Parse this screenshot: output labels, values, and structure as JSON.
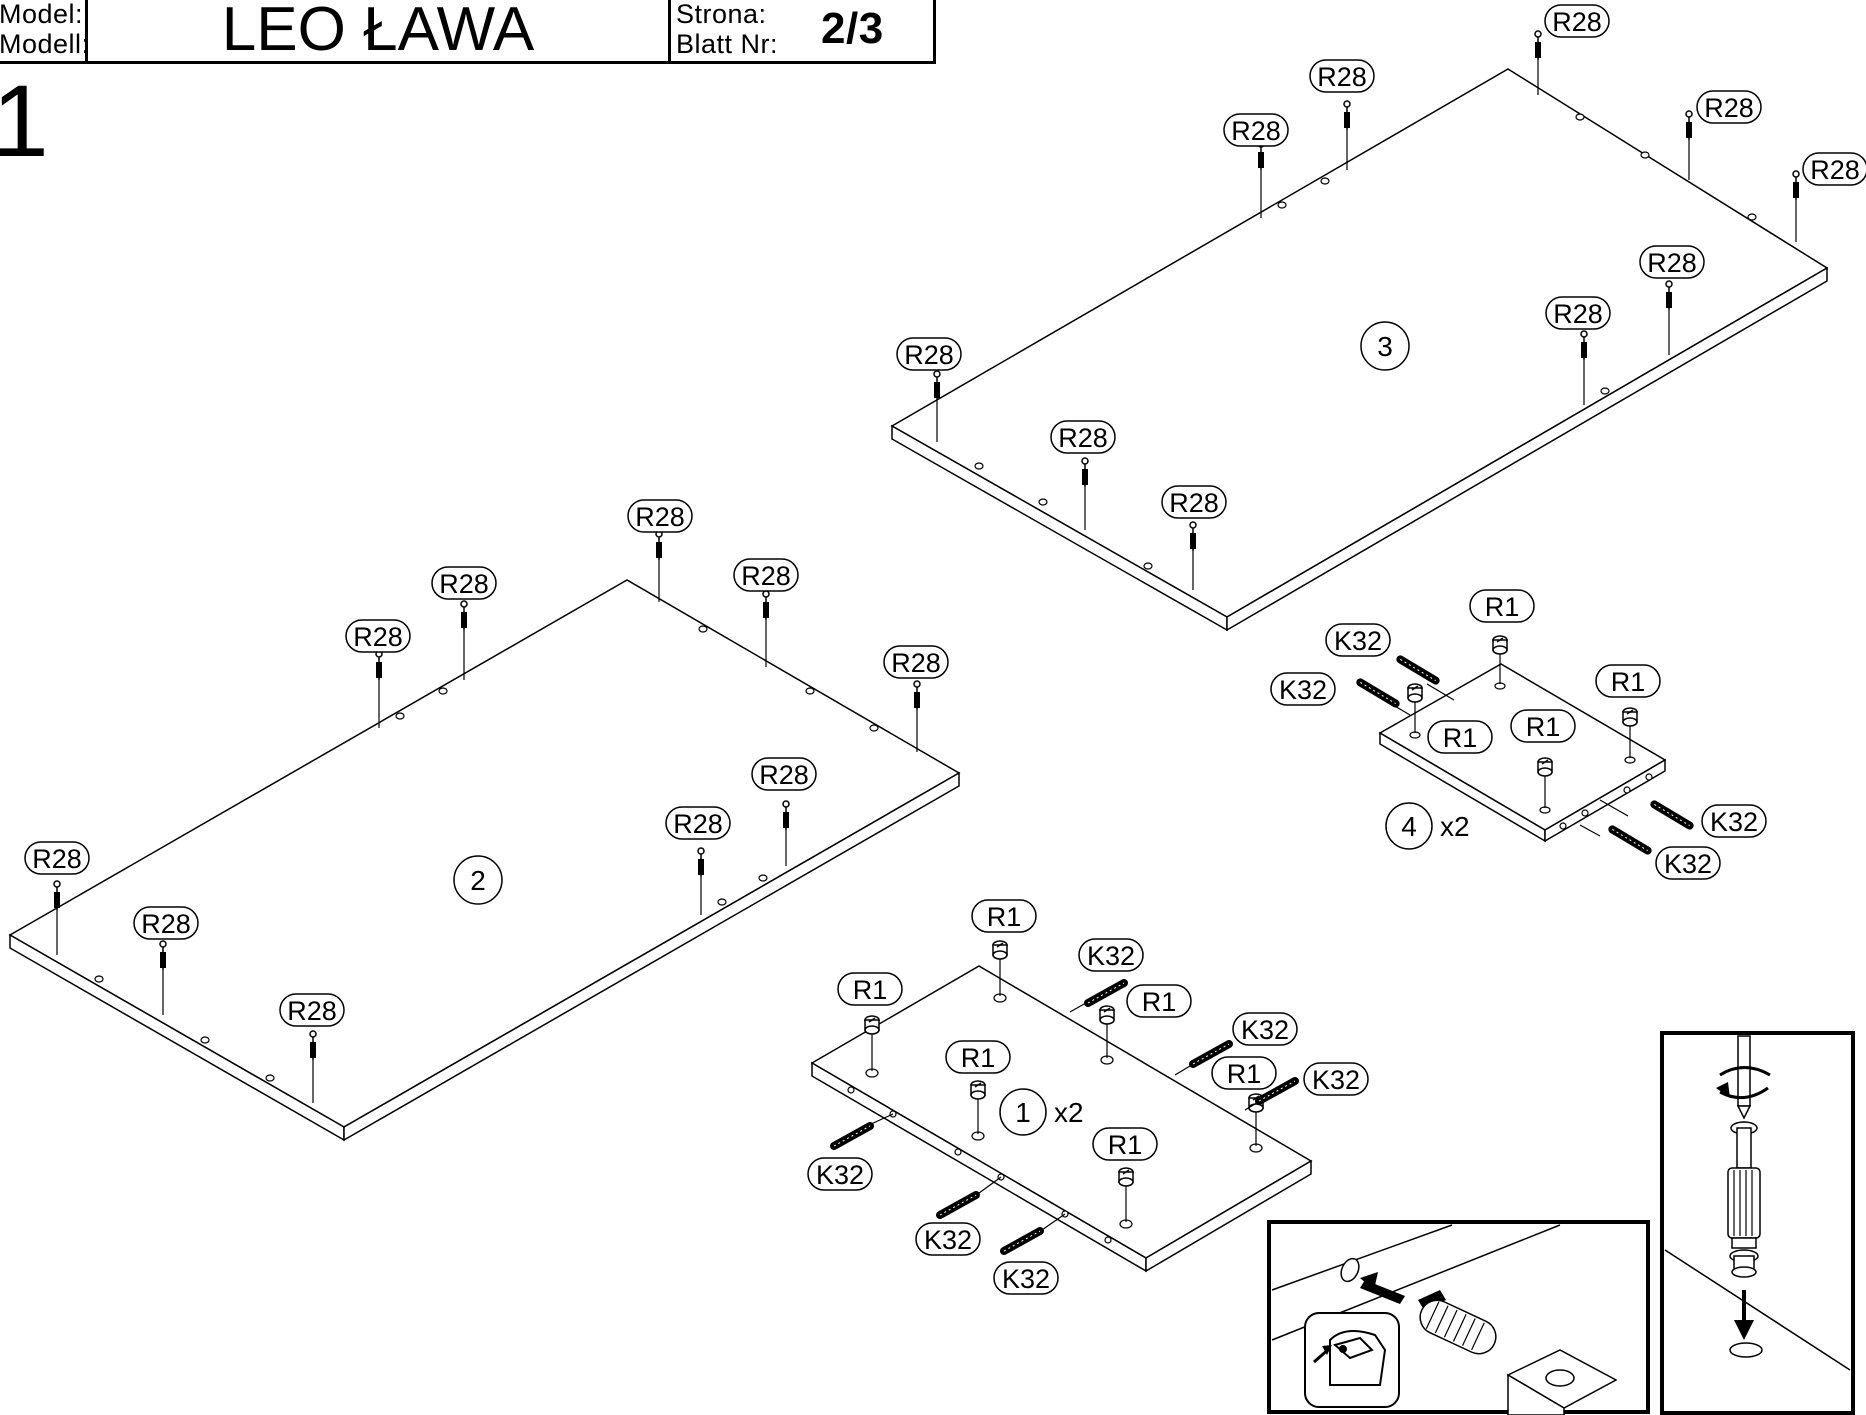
{
  "header": {
    "model_label_pl": "Model:",
    "model_label_de": "Modell:",
    "model_name": "LEO ŁAWA",
    "page_label_pl": "Strona:",
    "page_label_de": "Blatt Nr:",
    "page_value": "2/3"
  },
  "step": "1",
  "panels": [
    {
      "number": "1",
      "qty": "x2"
    },
    {
      "number": "2",
      "qty": ""
    },
    {
      "number": "3",
      "qty": ""
    },
    {
      "number": "4",
      "qty": "x2"
    }
  ],
  "fittings": {
    "r28": "R28",
    "r1": "R1",
    "k32": "K32"
  }
}
